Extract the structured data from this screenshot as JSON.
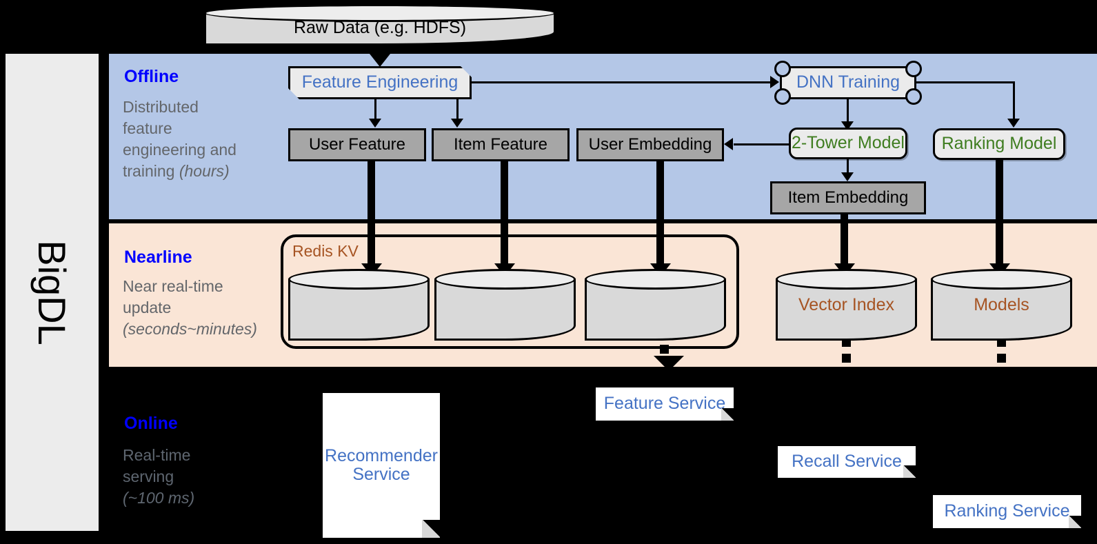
{
  "platform": {
    "name": "BigDL"
  },
  "source": {
    "label": "Raw Data (e.g. HDFS)"
  },
  "layers": [
    {
      "id": "offline",
      "title": "Offline",
      "subtitle_lines": [
        "Distributed",
        "feature",
        "engineering and",
        "training "
      ],
      "subtitle_italic": "(hours)",
      "bg_color": "#b4c7e7",
      "title_color": "#0000ff"
    },
    {
      "id": "nearline",
      "title": "Nearline",
      "subtitle_lines": [
        "Near real-time",
        "update "
      ],
      "subtitle_italic": "(seconds~minutes)",
      "bg_color": "#fae5d6",
      "title_color": "#0000ff"
    },
    {
      "id": "online",
      "title": "Online",
      "subtitle_lines": [
        "Real-time",
        "serving "
      ],
      "subtitle_italic": "(~100 ms)",
      "bg_color": "#000000",
      "title_color": "#0000ff"
    }
  ],
  "offline": {
    "feature_engineering": {
      "label": "Feature Engineering",
      "text_color": "#4472c4"
    },
    "dnn_training": {
      "label": "DNN Training",
      "text_color": "#4472c4"
    },
    "two_tower_model": {
      "label": "2-Tower Model",
      "text_color": "#3f7d20"
    },
    "ranking_model": {
      "label": "Ranking Model",
      "text_color": "#3f7d20"
    },
    "data_boxes": [
      {
        "label": "User Feature"
      },
      {
        "label": "Item Feature"
      },
      {
        "label": "User Embedding"
      },
      {
        "label": "Item Embedding"
      }
    ]
  },
  "nearline": {
    "redis_group": {
      "label": "Redis KV",
      "text_color": "#a65423"
    },
    "redis_stores": [
      {
        "label": ""
      },
      {
        "label": ""
      },
      {
        "label": ""
      }
    ],
    "vector_index": {
      "label": "Vector Index",
      "text_color": "#a65423"
    },
    "models": {
      "label": "Models",
      "text_color": "#a65423"
    }
  },
  "online": {
    "services": [
      {
        "label_line1": "Recommender",
        "label_line2": "Service",
        "name": "recommender-service"
      },
      {
        "label_line1": "Feature Service",
        "label_line2": "",
        "name": "feature-service"
      },
      {
        "label_line1": "Recall Service",
        "label_line2": "",
        "name": "recall-service"
      },
      {
        "label_line1": "Ranking Service",
        "label_line2": "",
        "name": "ranking-service"
      }
    ],
    "text_color": "#4472c4"
  },
  "palette": {
    "offline_bg": "#b4c7e7",
    "nearline_bg": "#fae5d6",
    "online_bg": "#000000",
    "sidebar_bg": "#ececec",
    "data_box_fill": "#a6a6a6",
    "node_fill": "#ebebeb",
    "cylinder_fill": "#d9d9d9"
  }
}
